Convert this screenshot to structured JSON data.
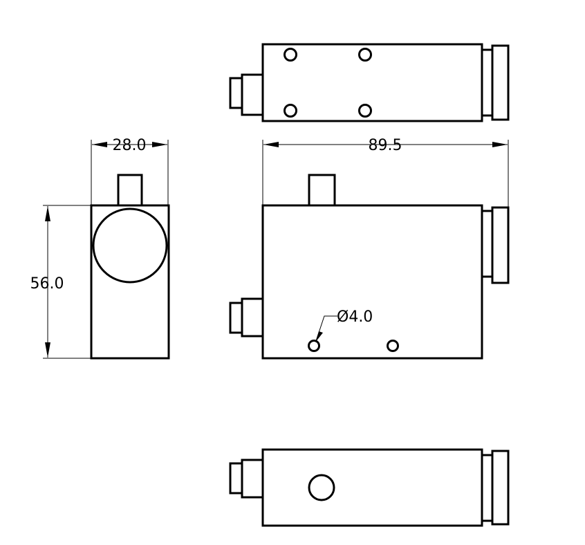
{
  "drawing": {
    "line_color": "#000000",
    "background": "#ffffff",
    "views": {
      "top": "top-view",
      "side": "side-view",
      "front": "front-view",
      "bottom": "bottom-view"
    },
    "dimensions": {
      "width": "28.0",
      "height": "56.0",
      "length": "89.5",
      "hole_diameter": "Ø4.0"
    }
  }
}
